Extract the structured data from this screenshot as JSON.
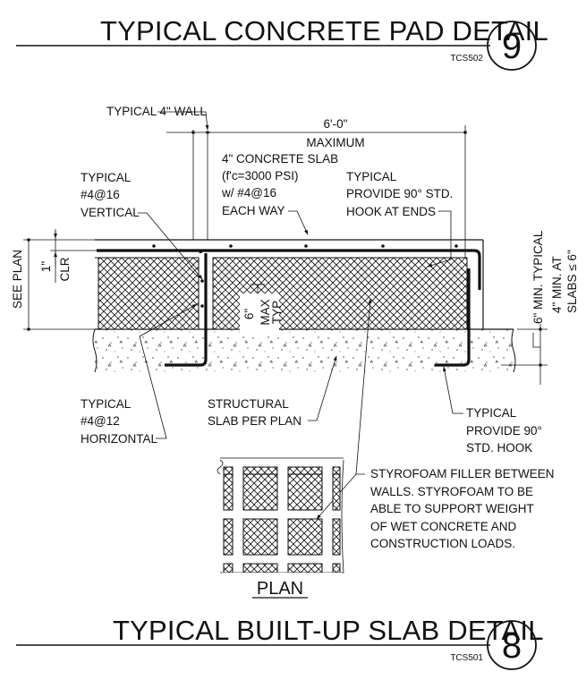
{
  "top_title": {
    "text": "TYPICAL CONCRETE PAD DETAIL",
    "number": "9",
    "ref": "TCS502"
  },
  "bottom_title": {
    "text": "TYPICAL BUILT-UP SLAB DETAIL",
    "number": "8",
    "ref": "TCS501"
  },
  "labels": {
    "wall": "TYPICAL 4\" WALL",
    "span": "6'-0\"",
    "maximum": "MAXIMUM",
    "slab": [
      "4\" CONCRETE SLAB",
      "(f'c=3000 PSI)",
      "w/ #4@16",
      "EACH WAY"
    ],
    "hook_top": [
      "TYPICAL",
      "PROVIDE 90° STD.",
      "HOOK AT ENDS"
    ],
    "vertical": [
      "TYPICAL",
      "#4@16",
      "VERTICAL"
    ],
    "see_plan": "SEE PLAN",
    "one_inch": "1\"",
    "clr": "CLR",
    "six_inch": "6\"",
    "max": "MAX",
    "typ": "TYP",
    "right_1": "6\" MIN. TYPICAL",
    "right_2": "4\" MIN. AT",
    "right_3": "SLABS ≤ 6\"",
    "horizontal": [
      "TYPICAL",
      "#4@12",
      "HORIZONTAL"
    ],
    "structural": [
      "STRUCTURAL",
      "SLAB PER PLAN"
    ],
    "hook_std": [
      "TYPICAL",
      "PROVIDE 90°",
      "STD. HOOK"
    ],
    "styrofoam": [
      "STYROFOAM FILLER BETWEEN",
      "WALLS. STYROFOAM TO BE",
      "ABLE TO SUPPORT WEIGHT",
      "OF WET CONCRETE AND",
      "CONSTRUCTION LOADS."
    ],
    "plan": "PLAN"
  },
  "colors": {
    "ink": "#111111",
    "paper": "#ffffff"
  }
}
